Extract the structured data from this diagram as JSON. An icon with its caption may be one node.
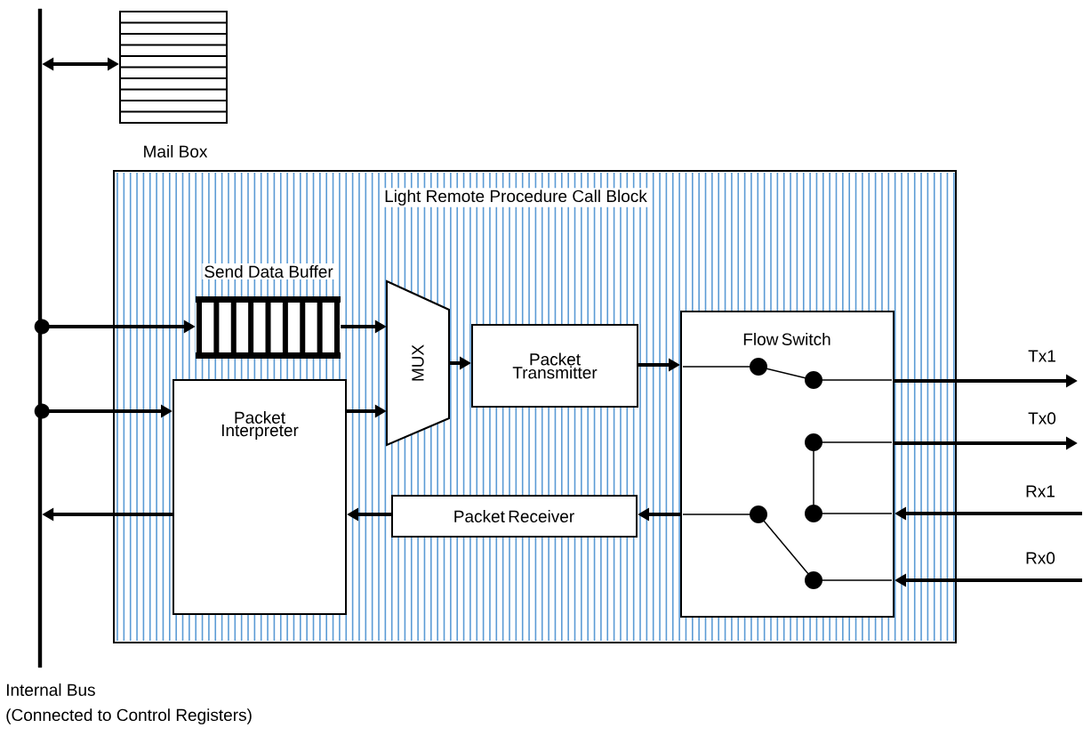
{
  "diagram": {
    "nodes": [
      {
        "text": [],
        "shape": "bar",
        "beside": [
          "Internal Bus",
          "(Connected to Control Registers)"
        ]
      },
      {
        "text": [
          "Mail Box"
        ]
      },
      {
        "text": [
          "Light Remote Procedure Call Block"
        ]
      },
      {
        "text": [
          "Send Data Buffer"
        ],
        "in": 2
      },
      {
        "text": [
          "MUX"
        ],
        "in": 2
      },
      {
        "text": [
          "Packet Transmitter"
        ],
        "in": 2
      },
      {
        "text": [
          "Packet Interpreter"
        ],
        "in": 2
      },
      {
        "text": [
          "Packet Receiver"
        ],
        "in": 2
      },
      {
        "text": [
          "Flow Switch"
        ],
        "in": 2
      }
    ],
    "edges": [
      {
        "from": 0,
        "to": 1,
        "arrow": "both"
      },
      {
        "from": 0,
        "to": 3,
        "arrow": "to"
      },
      {
        "from": 0,
        "to": 6,
        "arrow": "to"
      },
      {
        "from": 6,
        "to": 0,
        "arrow": "to"
      },
      {
        "from": 3,
        "to": 4,
        "arrow": "to"
      },
      {
        "from": 6,
        "to": 4,
        "arrow": "to"
      },
      {
        "from": 4,
        "to": 5,
        "arrow": "to"
      },
      {
        "from": 5,
        "to": 8,
        "arrow": "to"
      },
      {
        "from": 7,
        "to": 6,
        "arrow": "to"
      },
      {
        "from": 8,
        "to": 7,
        "arrow": "to"
      },
      {
        "from": 8,
        "to": null,
        "arrow": "to",
        "label": "Tx1"
      },
      {
        "from": 8,
        "to": null,
        "arrow": "to",
        "label": "Tx0"
      },
      {
        "from": null,
        "to": 8,
        "arrow": "to",
        "label": "Rx1"
      },
      {
        "from": null,
        "to": 8,
        "arrow": "to",
        "label": "Rx0"
      }
    ]
  }
}
